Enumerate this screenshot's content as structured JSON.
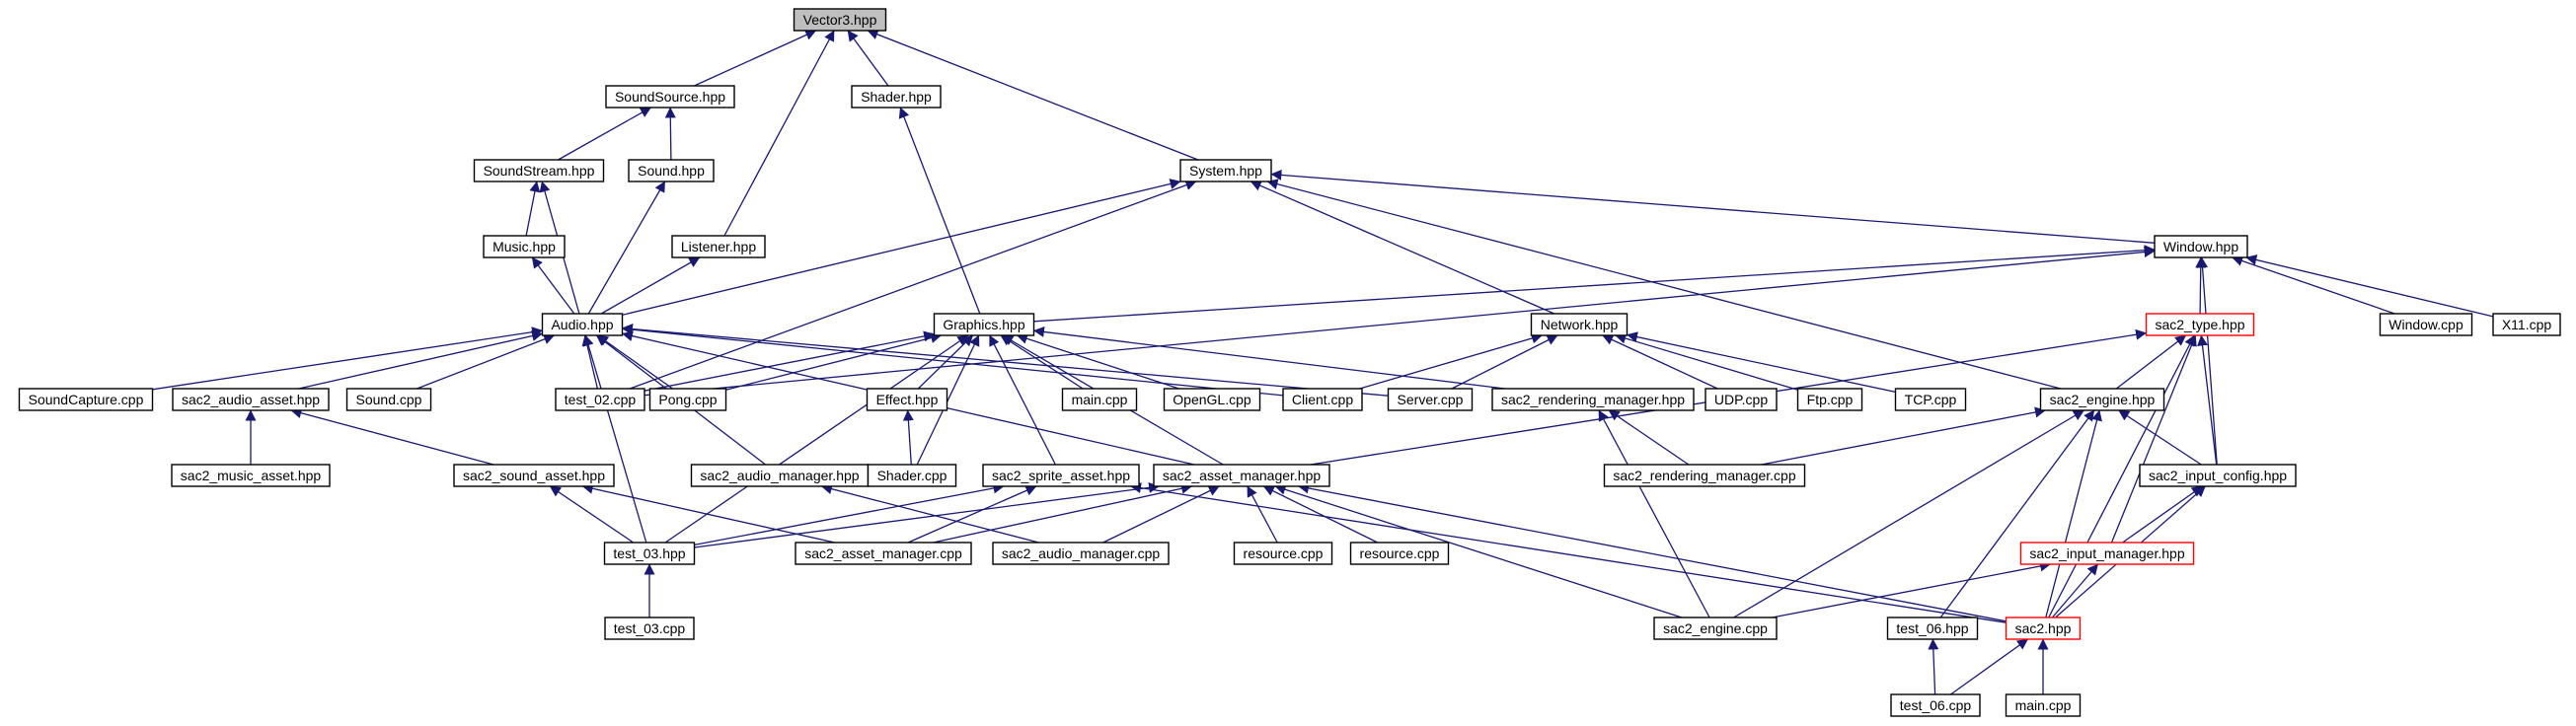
{
  "graph": {
    "root": "Vector3.hpp",
    "colors": {
      "edge": "#191970",
      "node_border": "#000000",
      "highlight_border": "#ff0000",
      "root_fill": "#bfbfbf"
    },
    "nodes": [
      {
        "id": "vector3",
        "label": "Vector3.hpp",
        "style": "root"
      },
      {
        "id": "soundsource",
        "label": "SoundSource.hpp"
      },
      {
        "id": "shader_h",
        "label": "Shader.hpp"
      },
      {
        "id": "soundstream",
        "label": "SoundStream.hpp"
      },
      {
        "id": "sound_h",
        "label": "Sound.hpp"
      },
      {
        "id": "system",
        "label": "System.hpp"
      },
      {
        "id": "music",
        "label": "Music.hpp"
      },
      {
        "id": "listener",
        "label": "Listener.hpp"
      },
      {
        "id": "window_h",
        "label": "Window.hpp"
      },
      {
        "id": "audio",
        "label": "Audio.hpp"
      },
      {
        "id": "graphics",
        "label": "Graphics.hpp"
      },
      {
        "id": "network",
        "label": "Network.hpp"
      },
      {
        "id": "sac2_type",
        "label": "sac2_type.hpp",
        "style": "highlight"
      },
      {
        "id": "window_cpp",
        "label": "Window.cpp"
      },
      {
        "id": "x11",
        "label": "X11.cpp"
      },
      {
        "id": "soundcapture",
        "label": "SoundCapture.cpp"
      },
      {
        "id": "sac2_audio_asset",
        "label": "sac2_audio_asset.hpp"
      },
      {
        "id": "sound_cpp",
        "label": "Sound.cpp"
      },
      {
        "id": "test02",
        "label": "test_02.cpp"
      },
      {
        "id": "pong",
        "label": "Pong.cpp"
      },
      {
        "id": "effect",
        "label": "Effect.hpp"
      },
      {
        "id": "main_cpp1",
        "label": "main.cpp"
      },
      {
        "id": "opengl",
        "label": "OpenGL.cpp"
      },
      {
        "id": "client",
        "label": "Client.cpp"
      },
      {
        "id": "server",
        "label": "Server.cpp"
      },
      {
        "id": "sac2_rm_h",
        "label": "sac2_rendering_manager.hpp"
      },
      {
        "id": "udp",
        "label": "UDP.cpp"
      },
      {
        "id": "ftp",
        "label": "Ftp.cpp"
      },
      {
        "id": "tcp",
        "label": "TCP.cpp"
      },
      {
        "id": "sac2_engine_h",
        "label": "sac2_engine.hpp"
      },
      {
        "id": "sac2_music_asset",
        "label": "sac2_music_asset.hpp"
      },
      {
        "id": "sac2_sound_asset",
        "label": "sac2_sound_asset.hpp"
      },
      {
        "id": "sac2_audio_manager_h",
        "label": "sac2_audio_manager.hpp"
      },
      {
        "id": "shader_cpp",
        "label": "Shader.cpp"
      },
      {
        "id": "sac2_sprite_asset",
        "label": "sac2_sprite_asset.hpp"
      },
      {
        "id": "sac2_asset_manager_h",
        "label": "sac2_asset_manager.hpp"
      },
      {
        "id": "sac2_rm_cpp",
        "label": "sac2_rendering_manager.cpp"
      },
      {
        "id": "sac2_input_config",
        "label": "sac2_input_config.hpp"
      },
      {
        "id": "test03_h",
        "label": "test_03.hpp"
      },
      {
        "id": "sac2_asset_manager_cpp",
        "label": "sac2_asset_manager.cpp"
      },
      {
        "id": "sac2_audio_manager_cpp",
        "label": "sac2_audio_manager.cpp"
      },
      {
        "id": "resource1",
        "label": "resource.cpp"
      },
      {
        "id": "resource2",
        "label": "resource.cpp"
      },
      {
        "id": "sac2_input_manager",
        "label": "sac2_input_manager.hpp",
        "style": "highlight"
      },
      {
        "id": "test03_cpp",
        "label": "test_03.cpp"
      },
      {
        "id": "sac2_engine_cpp",
        "label": "sac2_engine.cpp"
      },
      {
        "id": "test06_h",
        "label": "test_06.hpp"
      },
      {
        "id": "sac2_h",
        "label": "sac2.hpp",
        "style": "highlight"
      },
      {
        "id": "test06_cpp",
        "label": "test_06.cpp"
      },
      {
        "id": "main_cpp2",
        "label": "main.cpp"
      }
    ],
    "edges": [
      [
        "soundsource",
        "vector3"
      ],
      [
        "listener",
        "vector3"
      ],
      [
        "shader_h",
        "vector3"
      ],
      [
        "system",
        "vector3"
      ],
      [
        "soundstream",
        "soundsource"
      ],
      [
        "sound_h",
        "soundsource"
      ],
      [
        "music",
        "soundstream"
      ],
      [
        "audio",
        "soundstream"
      ],
      [
        "audio",
        "sound_h"
      ],
      [
        "audio",
        "music"
      ],
      [
        "audio",
        "listener"
      ],
      [
        "graphics",
        "shader_h"
      ],
      [
        "audio",
        "system"
      ],
      [
        "test02",
        "system"
      ],
      [
        "network",
        "system"
      ],
      [
        "window_h",
        "system"
      ],
      [
        "sac2_engine_h",
        "system"
      ],
      [
        "graphics",
        "window_h"
      ],
      [
        "test02",
        "window_h"
      ],
      [
        "sac2_type",
        "window_h"
      ],
      [
        "window_cpp",
        "window_h"
      ],
      [
        "x11",
        "window_h"
      ],
      [
        "sac2_input_config",
        "window_h"
      ],
      [
        "soundcapture",
        "audio"
      ],
      [
        "sac2_audio_asset",
        "audio"
      ],
      [
        "sound_cpp",
        "audio"
      ],
      [
        "test02",
        "audio"
      ],
      [
        "pong",
        "audio"
      ],
      [
        "client",
        "audio"
      ],
      [
        "server",
        "audio"
      ],
      [
        "sac2_audio_manager_h",
        "audio"
      ],
      [
        "sac2_asset_manager_h",
        "audio"
      ],
      [
        "test03_h",
        "audio"
      ],
      [
        "test02",
        "graphics"
      ],
      [
        "pong",
        "graphics"
      ],
      [
        "effect",
        "graphics"
      ],
      [
        "main_cpp1",
        "graphics"
      ],
      [
        "opengl",
        "graphics"
      ],
      [
        "shader_cpp",
        "graphics"
      ],
      [
        "sac2_sprite_asset",
        "graphics"
      ],
      [
        "sac2_asset_manager_h",
        "graphics"
      ],
      [
        "sac2_rm_h",
        "graphics"
      ],
      [
        "test03_h",
        "graphics"
      ],
      [
        "client",
        "network"
      ],
      [
        "server",
        "network"
      ],
      [
        "udp",
        "network"
      ],
      [
        "ftp",
        "network"
      ],
      [
        "tcp",
        "network"
      ],
      [
        "sac2_engine_h",
        "sac2_type"
      ],
      [
        "sac2_asset_manager_h",
        "sac2_type"
      ],
      [
        "sac2_input_config",
        "sac2_type"
      ],
      [
        "sac2_input_manager",
        "sac2_type"
      ],
      [
        "sac2_h",
        "sac2_type"
      ],
      [
        "shader_cpp",
        "effect"
      ],
      [
        "sac2_rm_cpp",
        "sac2_rm_h"
      ],
      [
        "sac2_engine_cpp",
        "sac2_rm_h"
      ],
      [
        "sac2_rm_cpp",
        "sac2_engine_h"
      ],
      [
        "sac2_input_config",
        "sac2_engine_h"
      ],
      [
        "sac2_engine_cpp",
        "sac2_engine_h"
      ],
      [
        "test06_h",
        "sac2_engine_h"
      ],
      [
        "sac2_h",
        "sac2_engine_h"
      ],
      [
        "sac2_music_asset",
        "sac2_audio_asset"
      ],
      [
        "sac2_sound_asset",
        "sac2_audio_asset"
      ],
      [
        "test03_h",
        "sac2_sound_asset"
      ],
      [
        "sac2_asset_manager_cpp",
        "sac2_sound_asset"
      ],
      [
        "sac2_audio_manager_cpp",
        "sac2_audio_manager_h"
      ],
      [
        "test03_h",
        "sac2_sprite_asset"
      ],
      [
        "sac2_asset_manager_cpp",
        "sac2_sprite_asset"
      ],
      [
        "sac2_h",
        "sac2_sprite_asset"
      ],
      [
        "test03_h",
        "sac2_asset_manager_h"
      ],
      [
        "sac2_asset_manager_cpp",
        "sac2_asset_manager_h"
      ],
      [
        "sac2_audio_manager_cpp",
        "sac2_asset_manager_h"
      ],
      [
        "resource1",
        "sac2_asset_manager_h"
      ],
      [
        "resource2",
        "sac2_asset_manager_h"
      ],
      [
        "sac2_engine_cpp",
        "sac2_asset_manager_h"
      ],
      [
        "sac2_h",
        "sac2_asset_manager_h"
      ],
      [
        "sac2_input_manager",
        "sac2_input_config"
      ],
      [
        "sac2_h",
        "sac2_input_config"
      ],
      [
        "sac2_engine_cpp",
        "sac2_input_manager"
      ],
      [
        "sac2_h",
        "sac2_input_manager"
      ],
      [
        "test03_cpp",
        "test03_h"
      ],
      [
        "test06_cpp",
        "test06_h"
      ],
      [
        "test06_cpp",
        "sac2_h"
      ],
      [
        "main_cpp2",
        "sac2_h"
      ]
    ]
  }
}
